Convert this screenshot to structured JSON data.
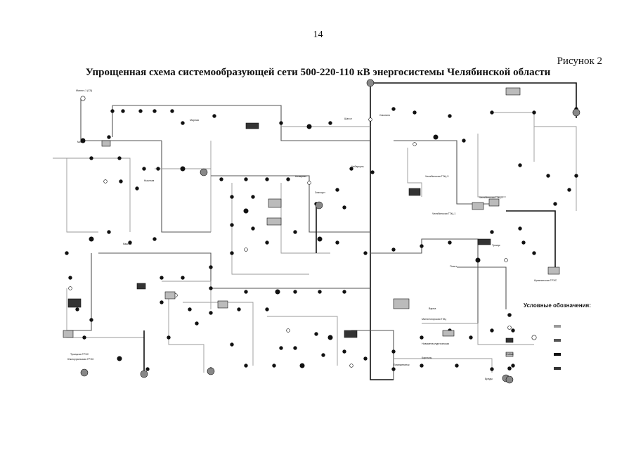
{
  "page": {
    "number": "14",
    "figure_label": "Рисунок 2",
    "title": "Упрощенная схема системообразующей сети 500-220-110 кВ энергосистемы Челябинской области"
  },
  "legend": {
    "title": "Условные обозначения:",
    "voltage_colors": {
      "kv500": "#111111",
      "kv220": "#555555",
      "kv110": "#999999"
    }
  },
  "diagram": {
    "substations": [
      "Магнит-1 (С5)",
      "Мирная",
      "Южноуральская ГРЭС",
      "Шагол",
      "Смолино",
      "Козырево",
      "Троицкая ГРЭС",
      "Чебаркуль",
      "Златоуст",
      "Миасс",
      "Кыштым",
      "Каштак",
      "Челябинская ТЭЦ-1",
      "Челябинская ТЭЦ-2",
      "Челябинская ТЭЦ-3",
      "Ириклинская ГРЭС",
      "Сибай",
      "Магнитогорская ТЭЦ",
      "Новометаллургическая",
      "Троицк",
      "Пласт",
      "Карталы",
      "Бреды",
      "Варна",
      "Еманжелинск"
    ]
  }
}
